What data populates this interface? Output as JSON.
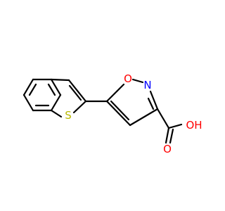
{
  "molecule": {
    "atoms": {
      "sulfur": "S",
      "ring_oxygen": "O",
      "ring_nitrogen": "N",
      "carbonyl_oxygen": "O",
      "hydroxyl": "OH"
    },
    "colors": {
      "bond": "#000000",
      "sulfur": "#b8b800",
      "oxygen": "#ff0000",
      "nitrogen": "#0000ff"
    }
  }
}
